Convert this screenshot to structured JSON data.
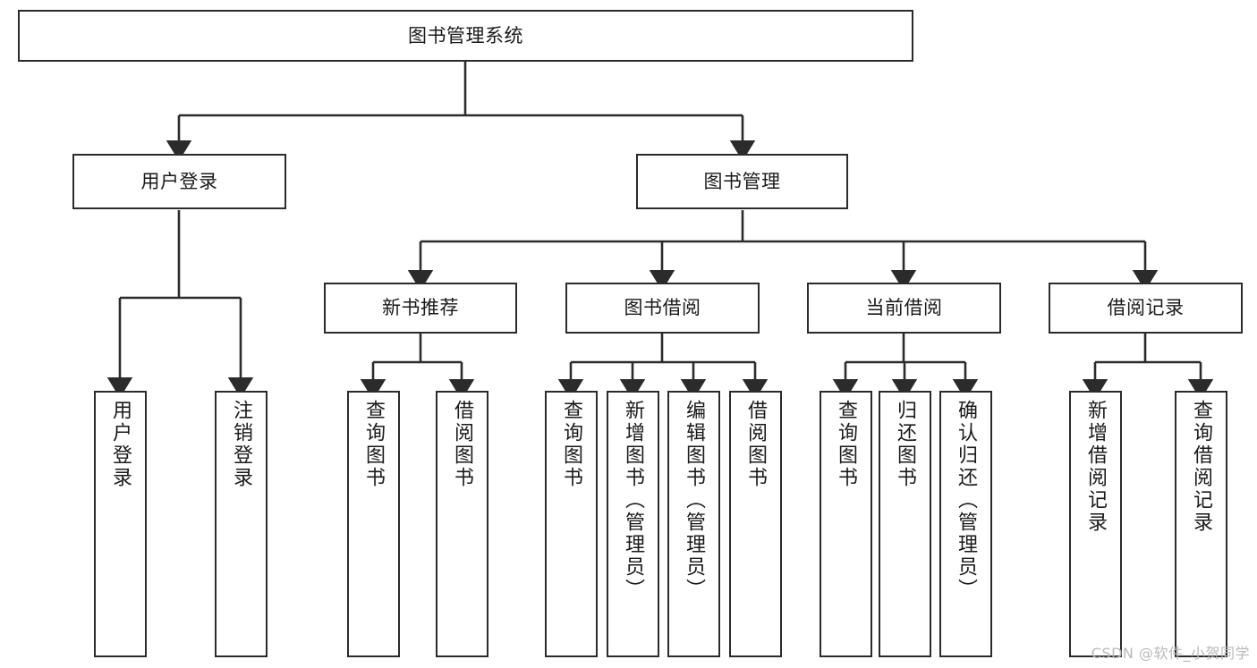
{
  "diagram": {
    "title": "图书管理系统",
    "watermark": "CSDN @软件_小贺同学",
    "line_color": "#2b2b2b",
    "box_fill": "#ffffff",
    "text_color": "#1a1a1a",
    "watermark_color": "#b9b9b9",
    "type": "tree-hierarchy",
    "levels": 4
  },
  "nodes": {
    "root": {
      "label": "图书管理系统"
    },
    "level2": [
      {
        "label": "用户登录"
      },
      {
        "label": "图书管理"
      }
    ],
    "level3": [
      {
        "label": "新书推荐"
      },
      {
        "label": "图书借阅"
      },
      {
        "label": "当前借阅"
      },
      {
        "label": "借阅记录"
      }
    ],
    "leaves": {
      "user_login": [
        {
          "label": "用户登录"
        },
        {
          "label": "注销登录"
        }
      ],
      "new_book": [
        {
          "label": "查询图书"
        },
        {
          "label": "借阅图书"
        }
      ],
      "book_borrow": [
        {
          "label": "查询图书"
        },
        {
          "label": "新增图书（管理员）"
        },
        {
          "label": "编辑图书（管理员）"
        },
        {
          "label": "借阅图书"
        }
      ],
      "current_borrow": [
        {
          "label": "查询图书"
        },
        {
          "label": "归还图书"
        },
        {
          "label": "确认归还（管理员）"
        }
      ],
      "borrow_record": [
        {
          "label": "新增借阅记录"
        },
        {
          "label": "查询借阅记录"
        }
      ]
    }
  }
}
